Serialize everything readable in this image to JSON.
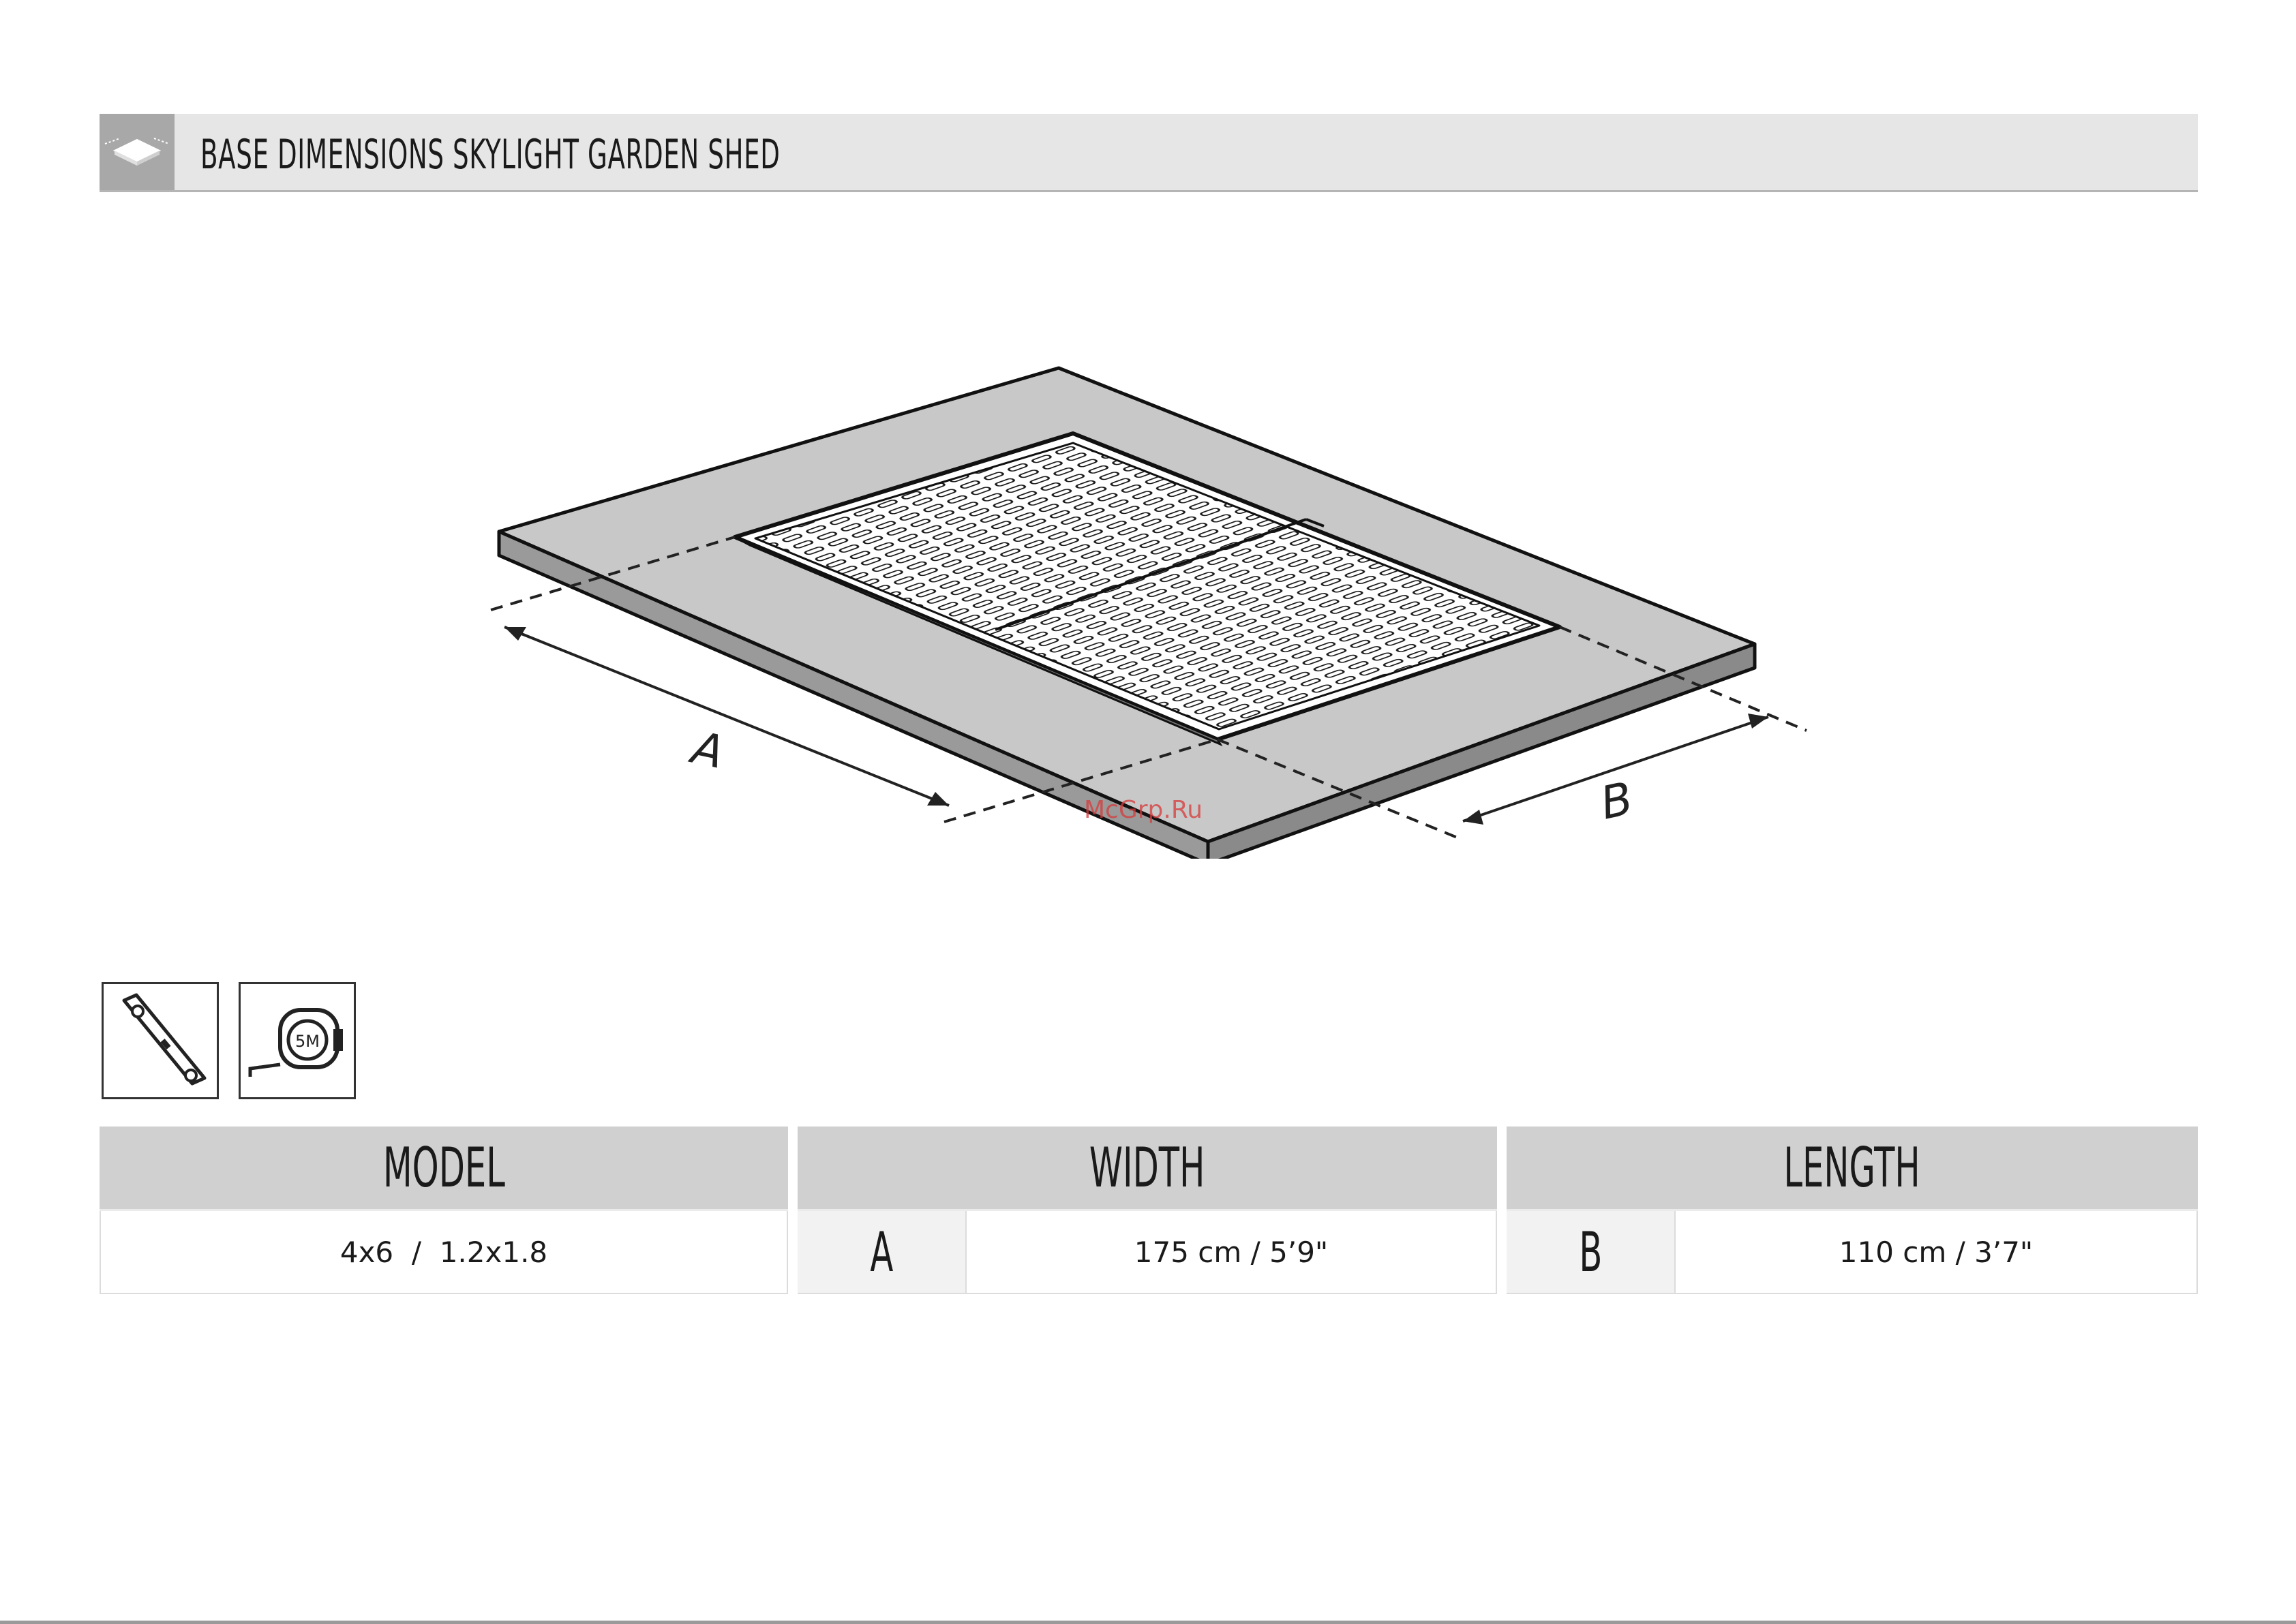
{
  "header": {
    "title": "BASE DIMENSIONS SKYLIGHT GARDEN SHED",
    "icon": "base-platform-icon"
  },
  "diagram": {
    "label_a": "A",
    "label_b": "B",
    "watermark": "McGrp.Ru"
  },
  "tools": [
    {
      "icon": "spirit-level-icon",
      "label": ""
    },
    {
      "icon": "tape-measure-icon",
      "label": "5M"
    }
  ],
  "table": {
    "headers": {
      "model": "MODEL",
      "width": "WIDTH",
      "length": "LENGTH"
    },
    "row": {
      "model": "4x6  /  1.2x1.8",
      "width_letter": "A",
      "width_value": "175 cm / 5’9\"",
      "length_letter": "B",
      "length_value": "110 cm / 3’7\""
    }
  },
  "colors": {
    "header_bg": "#e6e6e6",
    "header_icon_bg": "#a8a8a8",
    "table_header_bg": "#d0d0d0",
    "slab_top": "#c8c8c8",
    "slab_side": "#8f8f8f",
    "watermark": "#d73a3a"
  }
}
